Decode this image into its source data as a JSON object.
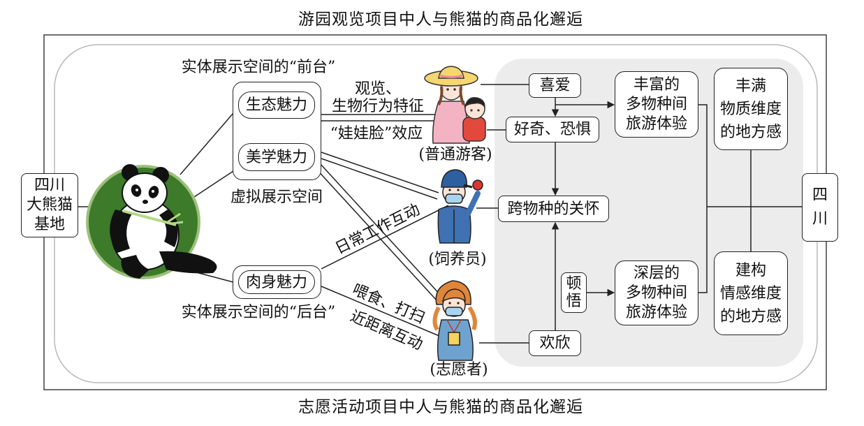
{
  "titles": {
    "top": "游园观览项目中人与熊猫的商品化邂逅",
    "bottom": "志愿活动项目中人与熊猫的商品化邂逅"
  },
  "left_box": [
    "四川",
    "大熊猫",
    "基地"
  ],
  "right_box": [
    "四",
    "川"
  ],
  "charms": {
    "eco": "生态魅力",
    "aesthetic": "美学魅力",
    "body": "肉身魅力"
  },
  "space_labels": {
    "front": "实体展示空间的“前台”",
    "virtual": "虚拟展示空间",
    "back": "实体展示空间的“后台”"
  },
  "edge_labels": {
    "view": "观览、",
    "behavior": "生物行为特征",
    "babyface": "“娃娃脸”效应",
    "daily_work": "日常工作互动",
    "feed_clean": "喂食、打扫",
    "close_contact": "近距离互动"
  },
  "actors": {
    "visitor": "(普通游客)",
    "keeper": "(饲养员)",
    "volunteer": "(志愿者)"
  },
  "emotions": {
    "love": "喜爱",
    "curious_fear": "好奇、恐惧",
    "care": "跨物种的关怀",
    "epiphany": [
      "顿",
      "悟"
    ],
    "joy": "欢欣"
  },
  "experiences": {
    "rich": [
      "丰富的",
      "多物种间",
      "旅游体验"
    ],
    "deep": [
      "深层的",
      "多物种间",
      "旅游体验"
    ]
  },
  "place_sense": {
    "material": [
      "丰满",
      "物质维度",
      "的地方感"
    ],
    "emotional": [
      "建构",
      "情感维度",
      "的地方感"
    ]
  },
  "colors": {
    "panel_gray": "#ececec",
    "panda_green": "#3d7a2a",
    "line": "#222222"
  }
}
